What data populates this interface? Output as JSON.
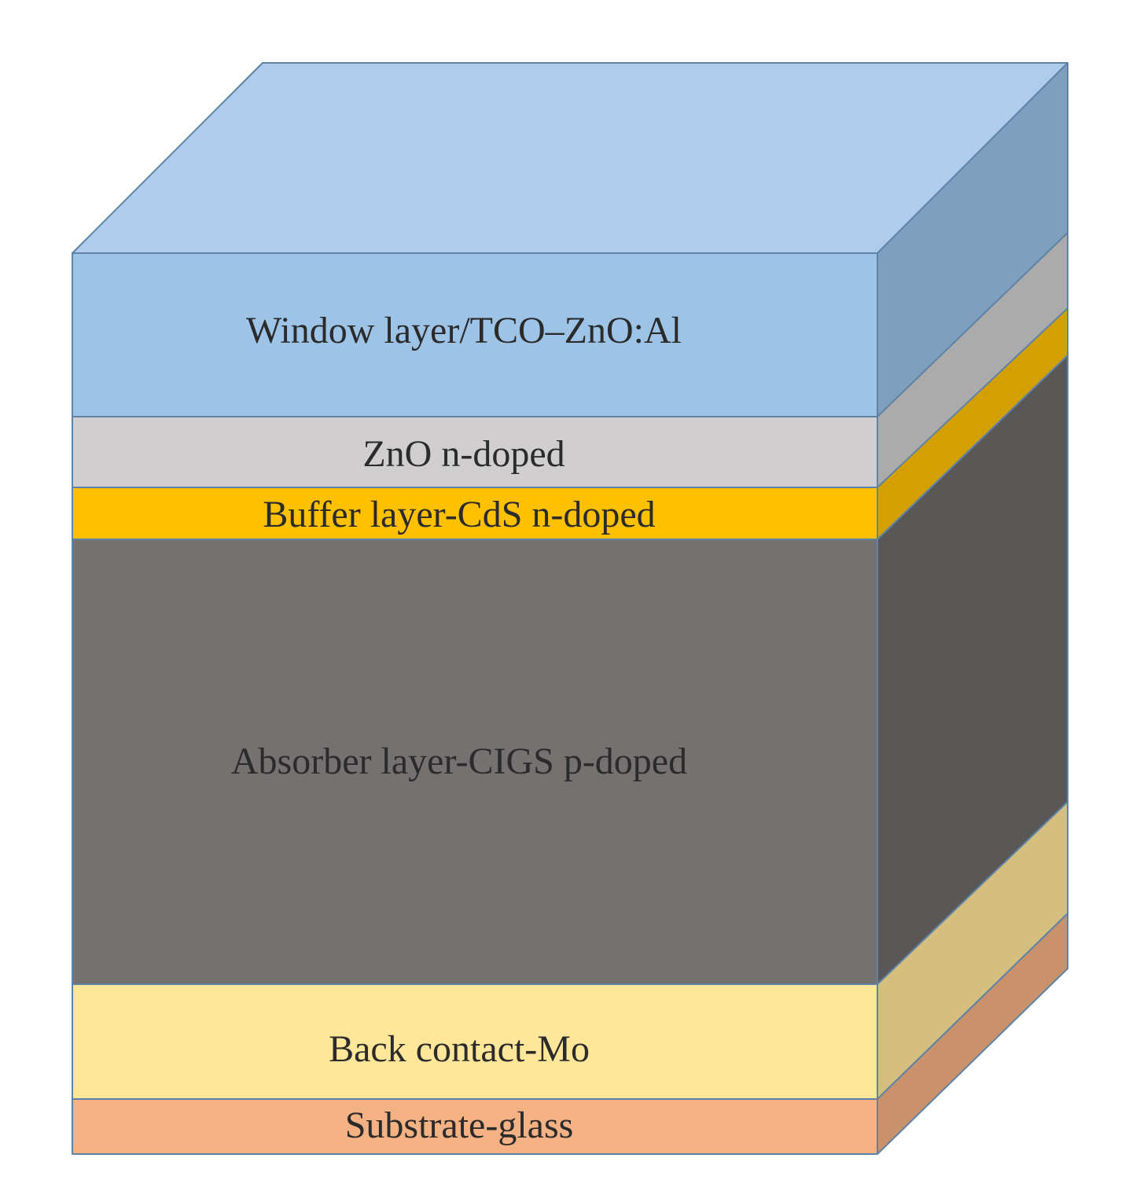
{
  "layers": [
    {
      "label": "Window layer/TCO–ZnO:Al",
      "front_color": "#9dc3e6",
      "side_color": "#7f9fbf",
      "top_color": "#afcdea"
    },
    {
      "label": "ZnO n-doped",
      "front_color": "#d0cece",
      "side_color": "#ababab"
    },
    {
      "label": "Buffer layer-CdS n-doped",
      "front_color": "#ffc000",
      "side_color": "#d3a000"
    },
    {
      "label": "Absorber layer-CIGS p-doped",
      "front_color": "#757171",
      "side_color": "#5a5757"
    },
    {
      "label": "Back contact-Mo",
      "front_color": "#ffe699",
      "side_color": "#d4bf7f"
    },
    {
      "label": "Substrate-glass",
      "front_color": "#f4b183",
      "side_color": "#c9926b"
    }
  ]
}
